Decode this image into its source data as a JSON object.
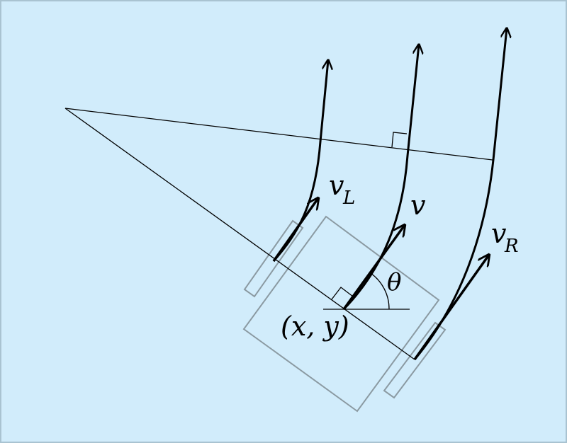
{
  "colors": {
    "background": "#d1ecfb",
    "frame": "#a9c3d1",
    "body_outline": "#8b9aa2",
    "lines": "#000000"
  },
  "labels": {
    "v_left": "v",
    "v_left_sub": "L",
    "v_center": "v",
    "v_right": "v",
    "v_right_sub": "R",
    "theta": "θ",
    "position": "(x, y)"
  }
}
